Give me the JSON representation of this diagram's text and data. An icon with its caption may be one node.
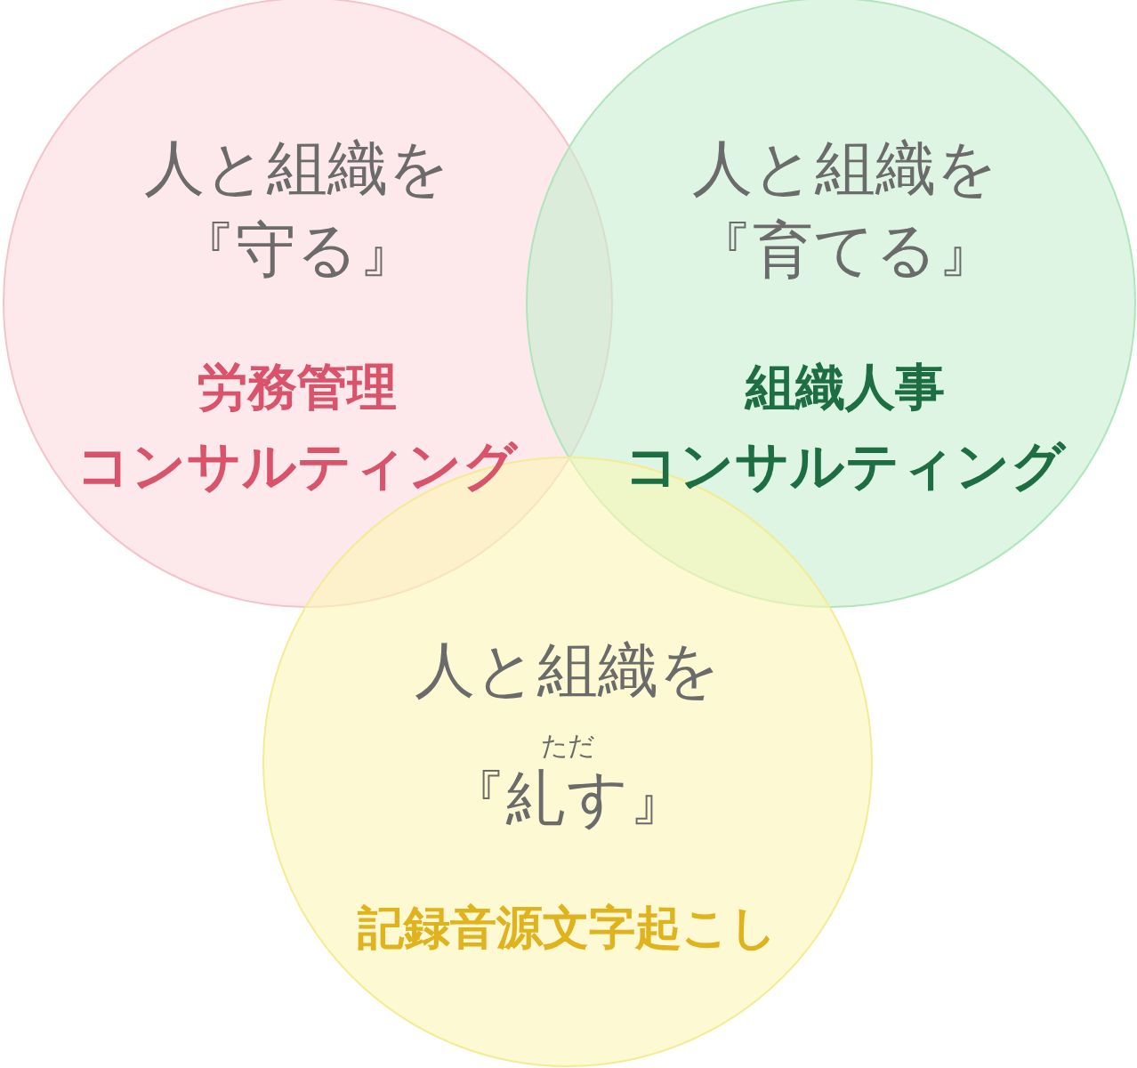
{
  "diagram": {
    "nodes": [
      {
        "text": [
          "人と組織を",
          "『守る』",
          "労務管理",
          "コンサルティング"
        ]
      },
      {
        "text": [
          "人と組織を",
          "『育てる』",
          "組織人事",
          "コンサルティング"
        ]
      },
      {
        "text": [
          "人と組織を",
          "ただ",
          "『糺す』",
          "記録音源文字起こし"
        ]
      }
    ]
  }
}
